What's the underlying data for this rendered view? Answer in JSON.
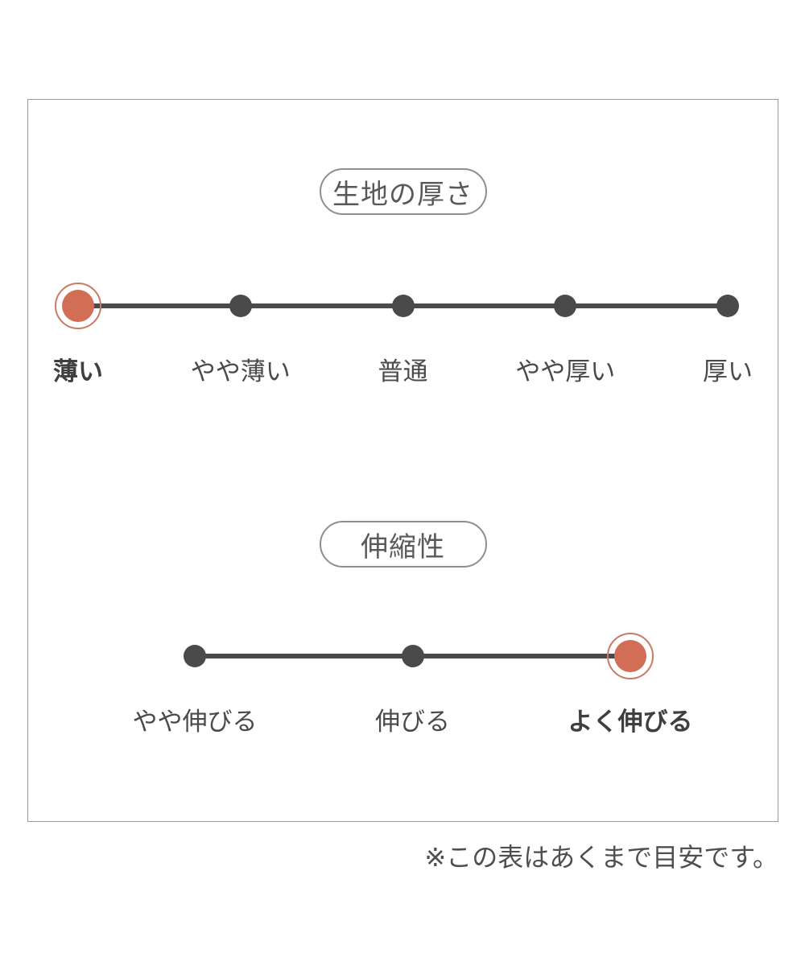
{
  "page": {
    "background": "#ffffff"
  },
  "colors": {
    "accent_fill": "#d26e55",
    "accent_ring": "#c97a63",
    "scale_dark": "#4a4a4a",
    "pill_border": "#8e8e8e",
    "box_border": "#9a9a9a",
    "text": "#4a4a4a"
  },
  "note": {
    "text": "※この表はあくまで目安です。"
  },
  "chart_data": [
    {
      "type": "scale",
      "title": "生地の厚さ",
      "options": [
        "薄い",
        "やや薄い",
        "普通",
        "やや厚い",
        "厚い"
      ],
      "selected_index": 0,
      "selected_option": "薄い",
      "num_points": 5,
      "layout": "horizontal dot scale, leftmost point highlighted orange with ring"
    },
    {
      "type": "scale",
      "title": "伸縮性",
      "options": [
        "やや伸びる",
        "伸びる",
        "よく伸びる"
      ],
      "selected_index": 2,
      "selected_option": "よく伸びる",
      "num_points": 3,
      "layout": "horizontal dot scale, rightmost point highlighted orange with ring"
    }
  ]
}
